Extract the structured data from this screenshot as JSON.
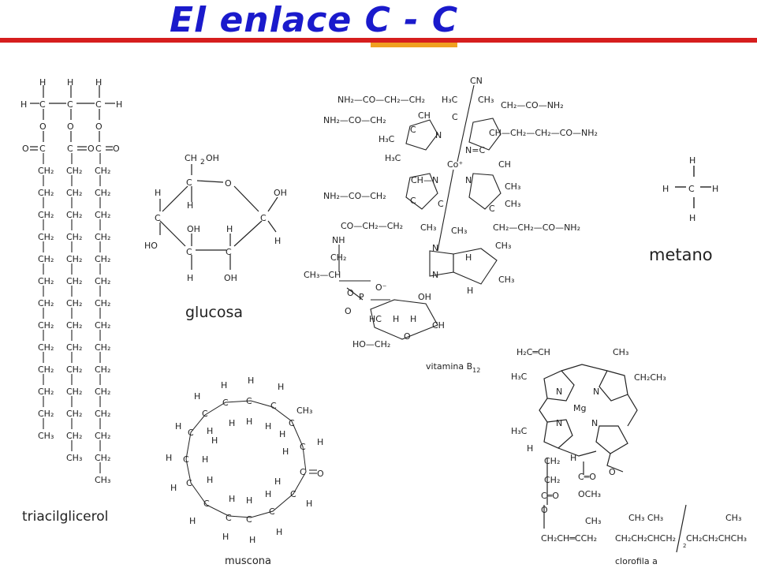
{
  "title": "El enlace C - C",
  "labels": {
    "triacilglicerol": "triacilglicerol",
    "glucosa": "glucosa",
    "vitamina": "vitamina B",
    "vitamina_sub": "12",
    "metano": "metano",
    "muscona": "muscona",
    "clorofila": "clorofila a"
  },
  "colors": {
    "title": "#1a1acc",
    "bar_red": "#d61e1e",
    "bar_orange": "#f0a020"
  }
}
